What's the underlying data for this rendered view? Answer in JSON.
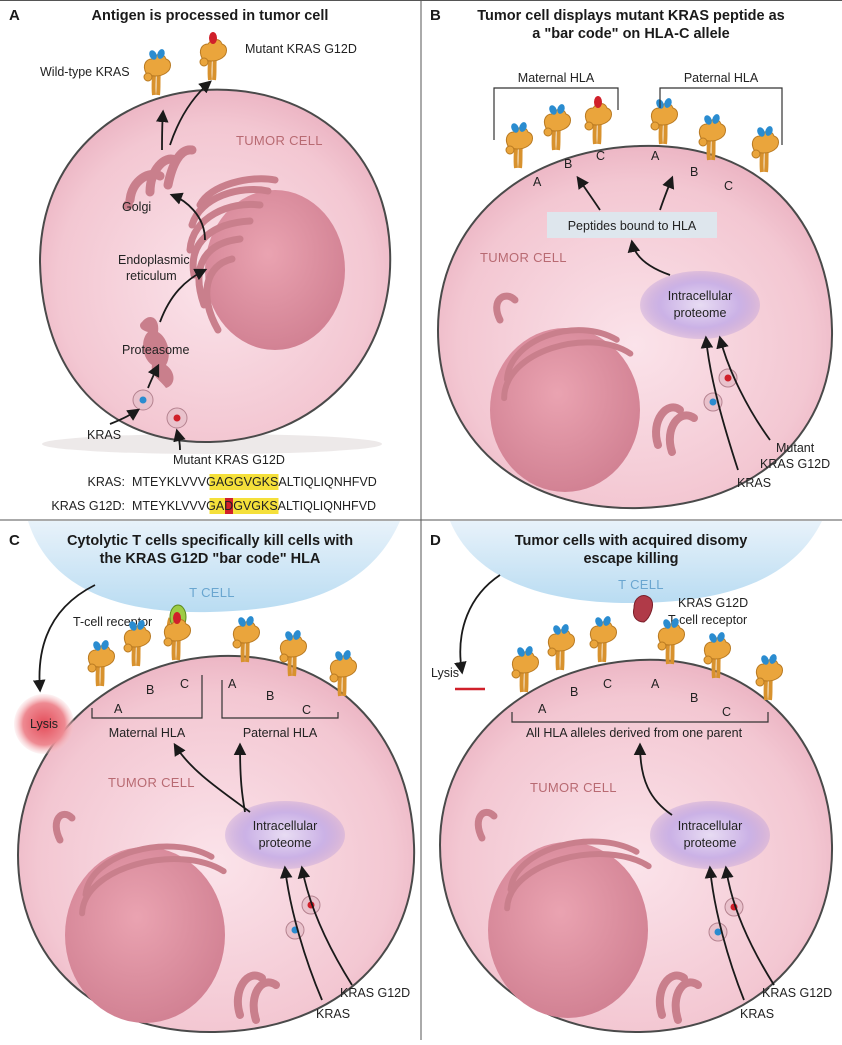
{
  "panels": [
    {
      "letter": "A",
      "title_lines": [
        "Antigen is processed in tumor cell"
      ]
    },
    {
      "letter": "B",
      "title_lines": [
        "Tumor cell displays mutant KRAS peptide as",
        "a \"bar code\" on HLA-C allele"
      ]
    },
    {
      "letter": "C",
      "title_lines": [
        "Cytolytic T cells specifically kill cells with",
        "the KRAS G12D \"bar code\" HLA"
      ]
    },
    {
      "letter": "D",
      "title_lines": [
        "Tumor cells with acquired disomy",
        "escape killing"
      ]
    }
  ],
  "panel_a": {
    "wild_type_kras": "Wild-type KRAS",
    "mutant_kras_top": "Mutant KRAS G12D",
    "tumor_cell": "TUMOR CELL",
    "golgi": "Golgi",
    "er_line1": "Endoplasmic",
    "er_line2": "reticulum",
    "proteasome": "Proteasome",
    "kras": "KRAS",
    "mutant_kras_bottom": "Mutant KRAS G12D",
    "seq1_label": "KRAS:",
    "seq1_pre": "MTEYKLVVV",
    "seq1_hl": "GAGGVGKSA",
    "seq1_post": "LTIQLIQNHFVD",
    "seq2_label": "KRAS G12D:",
    "seq2_pre": "MTEYKLVVV",
    "seq2_hl_a": "GA",
    "seq2_mut": "D",
    "seq2_hl_b": "GVGKSA",
    "seq2_post": "LTIQLIQNHFVD"
  },
  "panel_b": {
    "maternal": "Maternal HLA",
    "paternal": "Paternal HLA",
    "peptides": "Peptides bound to HLA",
    "tumor_cell": "TUMOR CELL",
    "proteome_line1": "Intracellular",
    "proteome_line2": "proteome",
    "mutant_line1": "Mutant",
    "mutant_line2": "KRAS G12D",
    "kras": "KRAS",
    "allele_a": "A",
    "allele_b": "B",
    "allele_c": "C"
  },
  "panel_c": {
    "t_cell": "T CELL",
    "t_cell_receptor": "T-cell receptor",
    "lysis": "Lysis",
    "maternal": "Maternal HLA",
    "paternal": "Paternal HLA",
    "tumor_cell": "TUMOR CELL",
    "proteome_line1": "Intracellular",
    "proteome_line2": "proteome",
    "kras_g12d": "KRAS G12D",
    "kras": "KRAS",
    "allele_a": "A",
    "allele_b": "B",
    "allele_c": "C"
  },
  "panel_d": {
    "t_cell": "T CELL",
    "kras_g12d_top": "KRAS G12D",
    "t_cell_receptor": "T-cell receptor",
    "lysis": "Lysis",
    "all_hla": "All HLA alleles derived from one parent",
    "tumor_cell": "TUMOR CELL",
    "proteome_line1": "Intracellular",
    "proteome_line2": "proteome",
    "kras_g12d": "KRAS G12D",
    "kras": "KRAS",
    "allele_a": "A",
    "allele_b": "B",
    "allele_c": "C"
  },
  "colors": {
    "cell_fill": "#f3c9d4",
    "cell_stroke": "#4a4a4a",
    "nucleus": "#dc8c9c",
    "organelle": "#c97f8c",
    "hla": "#e9a93c",
    "peptide_blue": "#2a8cd0",
    "peptide_red": "#d0202a",
    "highlight": "#f5e03a",
    "tcell_fill": "#cfe6f4",
    "proteome": "#b99ad6",
    "lysis": "#e2545e"
  }
}
